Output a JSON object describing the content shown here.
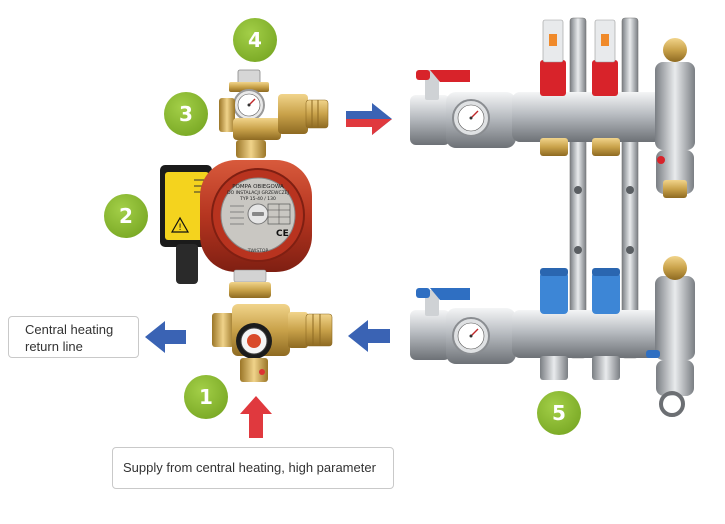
{
  "colors": {
    "badge_green": "#8cbd2f",
    "arrow_blue": "#3a63b4",
    "arrow_red": "#e0393e",
    "pump_red": "#c23a22",
    "brass": "#c9a24a",
    "steel": "#b8bcc1"
  },
  "badges": [
    "1",
    "2",
    "3",
    "4",
    "5"
  ],
  "labels": {
    "return_line_1": "Central heating",
    "return_line_2": "return line",
    "supply": "Supply from central heating, high parameter"
  },
  "pump": {
    "brand": "TWISTOP",
    "title_1": "POMPA OBIEGOWA",
    "title_2": "DO INSTALACJI GRZEWCZEJ",
    "title_3": "TYP 15-40 / 130"
  },
  "icons": [
    "arrow-right-icon",
    "arrow-left-icon",
    "arrow-up-icon",
    "pressure-gauge-icon",
    "thermometer-icon",
    "warning-icon",
    "ce-mark-icon"
  ]
}
